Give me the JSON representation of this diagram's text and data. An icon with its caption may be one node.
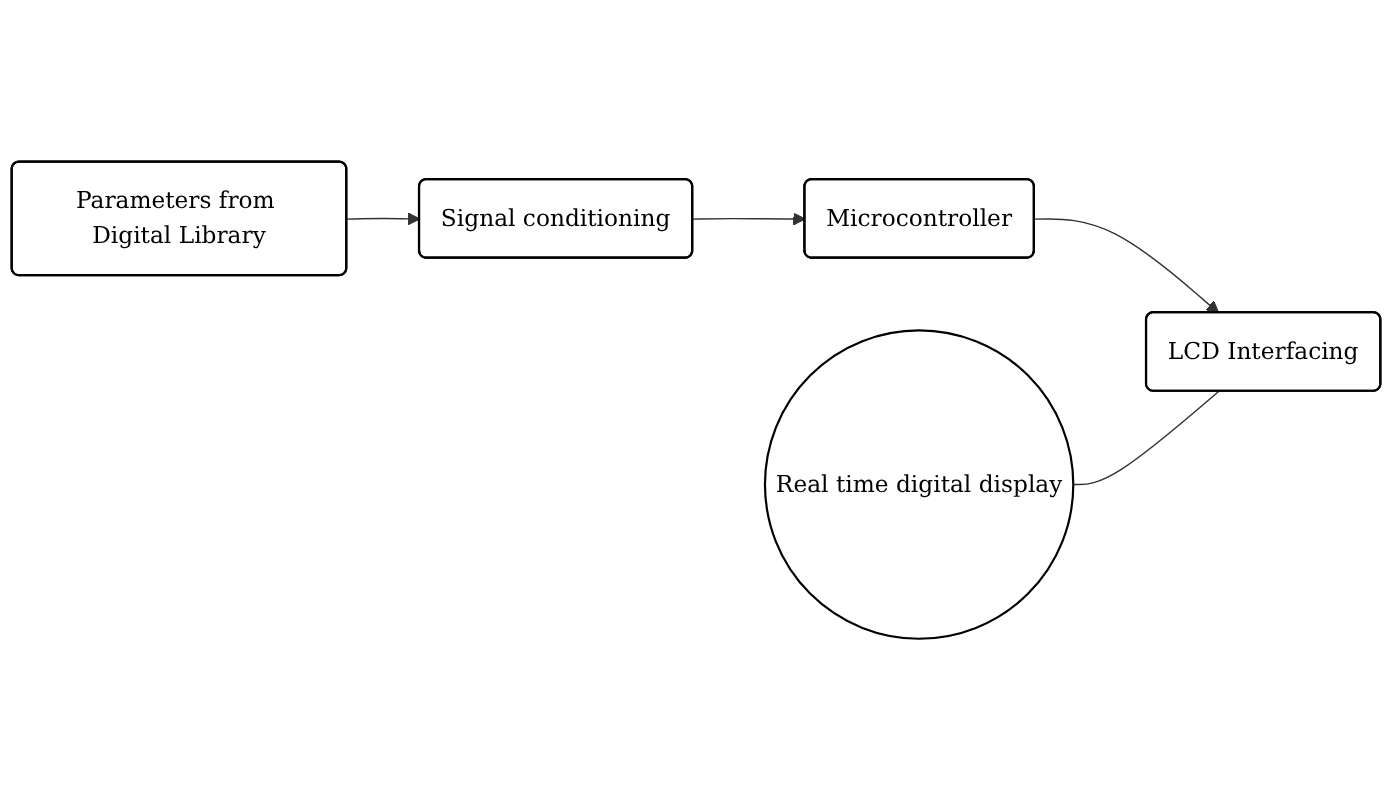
{
  "diagram": {
    "nodes": [
      {
        "text": [
          "Signal conditioning"
        ]
      },
      {
        "text": [
          "Microcontroller"
        ]
      },
      {
        "text": [
          "LCD Interfacing"
        ]
      },
      {
        "text": [
          "Parameters from Digital Library"
        ]
      },
      {
        "text": [
          "Real time digital display"
        ]
      }
    ],
    "edges": [
      {
        "from": 3,
        "to": 0,
        "arrow": "to"
      },
      {
        "from": 0,
        "to": 1,
        "arrow": "to"
      },
      {
        "from": 1,
        "to": 2,
        "arrow": "to"
      },
      {
        "from": 4,
        "to": 2,
        "arrow": "none"
      }
    ]
  }
}
